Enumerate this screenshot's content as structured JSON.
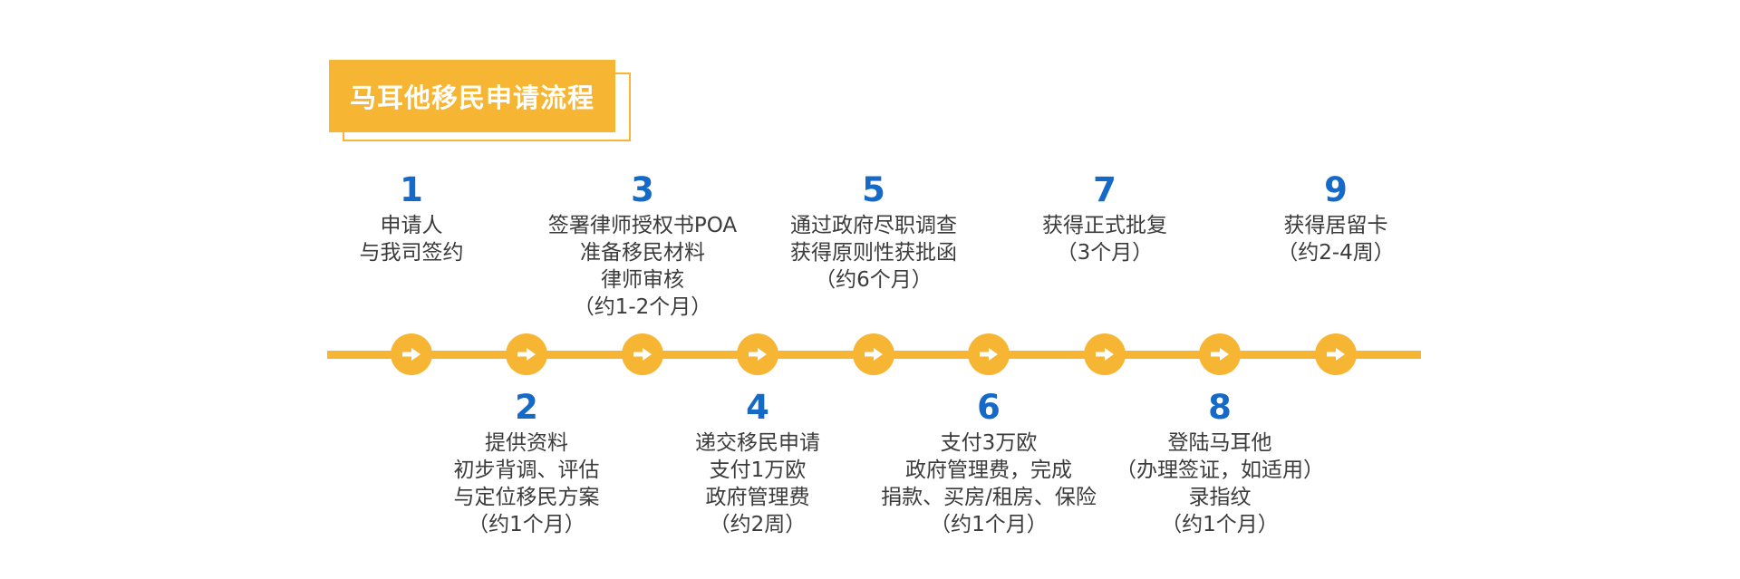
{
  "title": "马耳他移民申请流程",
  "colors": {
    "accent": "#f6b533",
    "step_number": "#1569c7",
    "text": "#3b3b3b"
  },
  "node_icon": "arrow-right-icon",
  "steps": [
    {
      "number": "1",
      "lines": [
        "申请人",
        "与我司签约"
      ]
    },
    {
      "number": "2",
      "lines": [
        "提供资料",
        "初步背调、评估",
        "与定位移民方案",
        "（约1个月）"
      ]
    },
    {
      "number": "3",
      "lines": [
        "签署律师授权书POA",
        "准备移民材料",
        "律师审核",
        "（约1-2个月）"
      ]
    },
    {
      "number": "4",
      "lines": [
        "递交移民申请",
        "支付1万欧",
        "政府管理费",
        "（约2周）"
      ]
    },
    {
      "number": "5",
      "lines": [
        "通过政府尽职调查",
        "获得原则性获批函",
        "（约6个月）"
      ]
    },
    {
      "number": "6",
      "lines": [
        "支付3万欧",
        "政府管理费，完成",
        "捐款、买房/租房、保险",
        "（约1个月）"
      ]
    },
    {
      "number": "7",
      "lines": [
        "获得正式批复",
        "（3个月）"
      ]
    },
    {
      "number": "8",
      "lines": [
        "登陆马耳他",
        "（办理签证，如适用）",
        "录指纹",
        "（约1个月）"
      ]
    },
    {
      "number": "9",
      "lines": [
        "获得居留卡",
        "（约2-4周）"
      ]
    }
  ]
}
